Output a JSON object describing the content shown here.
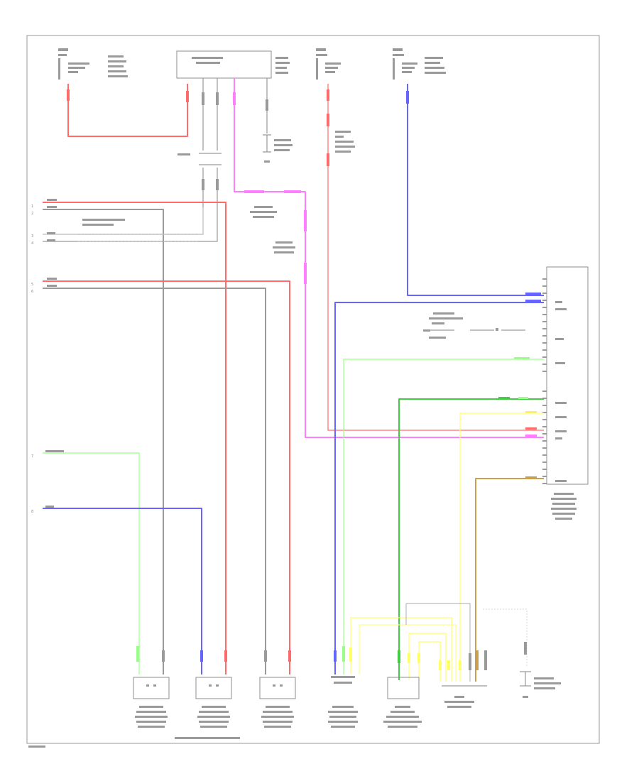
{
  "figure_id": "",
  "connectors": [
    {
      "id": "c1",
      "lines": [
        "",
        ""
      ]
    },
    {
      "id": "c2",
      "lines": [
        "",
        ""
      ]
    },
    {
      "id": "c3",
      "lines": [
        "",
        ""
      ]
    }
  ],
  "colors": {
    "red": "#ff6a6a",
    "pink": "#ff7dff",
    "blue": "#6666ff",
    "green": "#99ff88",
    "green_dark": "#44cc44",
    "yellow": "#ffff66",
    "gray": "#9a9a9a",
    "brown": "#c8a050"
  }
}
